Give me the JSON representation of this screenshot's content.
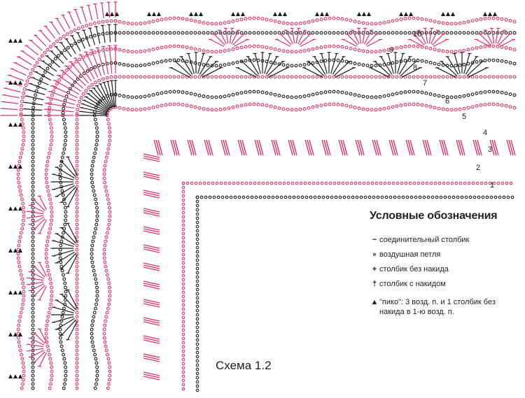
{
  "colors": {
    "pink": "#e0306c",
    "black": "#1a1a1a"
  },
  "row_numbers": [
    "1",
    "2",
    "3",
    "4",
    "5",
    "6",
    "7",
    "8",
    "9",
    "10"
  ],
  "legend": {
    "title": "Условные обозначения",
    "items": [
      {
        "symbol": "~",
        "icon": "slip-stitch-icon",
        "text": "соединительный столбик"
      },
      {
        "symbol": "∘",
        "icon": "chain-stitch-icon",
        "text": "воздушная петля"
      },
      {
        "symbol": "+",
        "icon": "single-crochet-icon",
        "text": "столбик без накида"
      },
      {
        "symbol": "†",
        "icon": "double-crochet-icon",
        "text": "столбик с накидом"
      },
      {
        "symbol": "▲",
        "icon": "picot-icon",
        "text": "\"пико\": 3 возд. п. и 1 столбик без накида в 1-ю возд. п."
      }
    ]
  },
  "scheme_label": "Схема 1.2"
}
